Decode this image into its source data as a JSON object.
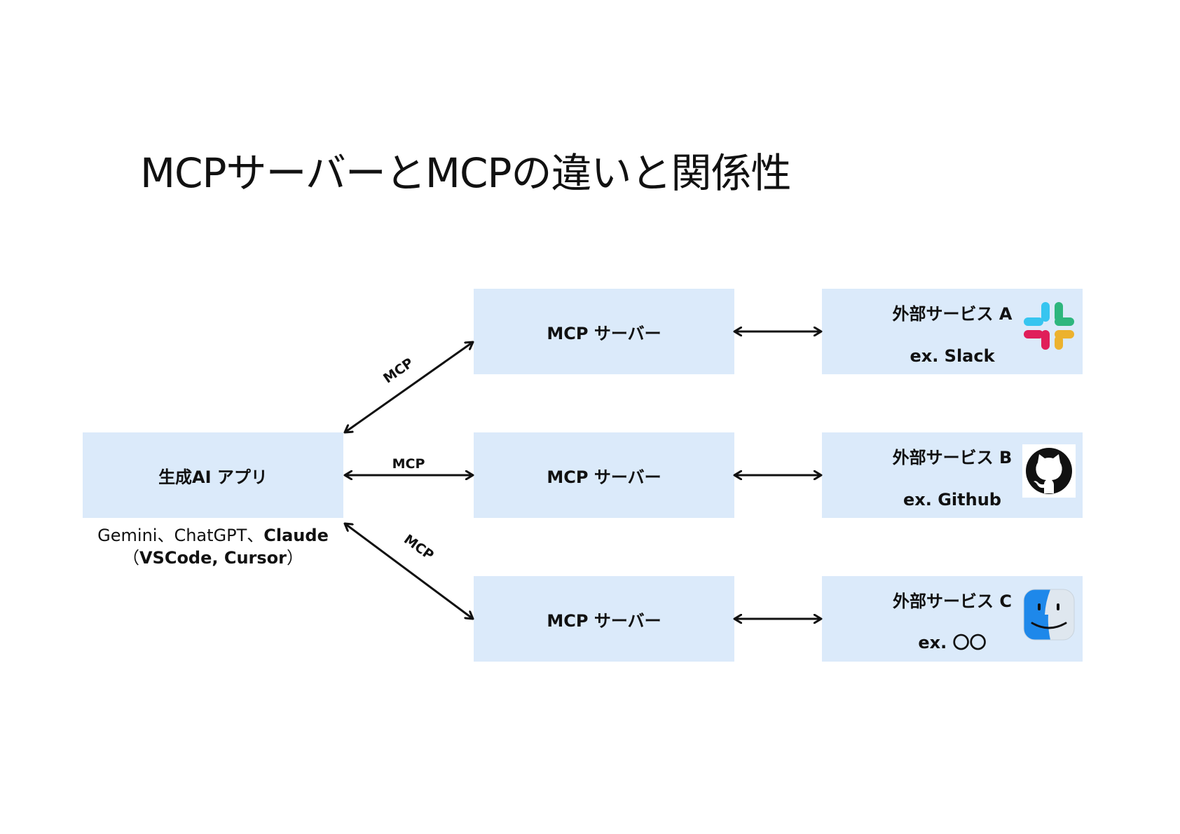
{
  "title": "MCPサーバーとMCPの違いと関係性",
  "colors": {
    "box_fill": "#dbeafa",
    "arrow": "#111111"
  },
  "client": {
    "label": "生成AI アプリ",
    "caption_line1_regular": "Gemini、ChatGPT、",
    "caption_line1_bold": "Claude",
    "caption_line2_open": "（",
    "caption_line2_bold": "VSCode, Cursor",
    "caption_line2_close": "）"
  },
  "servers": [
    {
      "label": "MCP サーバー"
    },
    {
      "label": "MCP サーバー"
    },
    {
      "label": "MCP サーバー"
    }
  ],
  "services": [
    {
      "name": "外部サービス A",
      "example": "ex. Slack",
      "icon": "slack-logo-icon"
    },
    {
      "name": "外部サービス B",
      "example": "ex. Github",
      "icon": "github-logo-icon"
    },
    {
      "name": "外部サービス C",
      "example": "ex. 〇〇",
      "icon": "finder-logo-icon"
    }
  ],
  "connections": [
    {
      "label": "MCP"
    },
    {
      "label": "MCP"
    },
    {
      "label": "MCP"
    }
  ]
}
